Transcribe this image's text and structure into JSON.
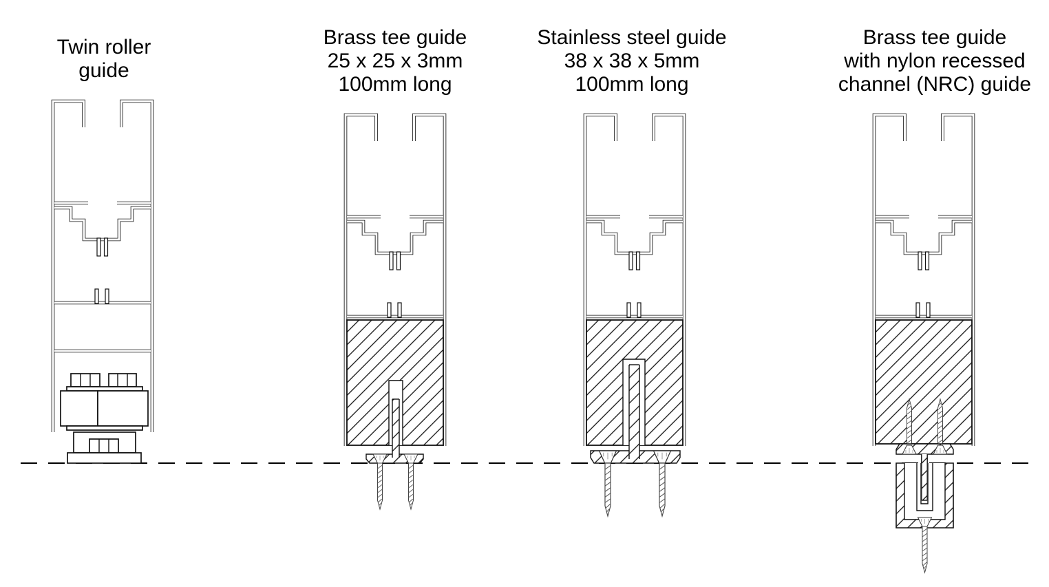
{
  "diagram": {
    "background": "#ffffff",
    "line_color": "#000000",
    "floor_line_style": "dashed",
    "figures": [
      {
        "name": "twin-roller-guide",
        "title_lines": [
          "Twin roller",
          "guide"
        ]
      },
      {
        "name": "brass-tee-guide",
        "title_lines": [
          "Brass tee guide",
          "25 x 25 x 3mm",
          "100mm long"
        ]
      },
      {
        "name": "stainless-steel-guide",
        "title_lines": [
          "Stainless steel guide",
          "38 x 38 x 5mm",
          "100mm long"
        ]
      },
      {
        "name": "brass-tee-nrc-guide",
        "title_lines": [
          "Brass tee guide",
          "with nylon recessed",
          "channel (NRC) guide"
        ]
      }
    ]
  }
}
